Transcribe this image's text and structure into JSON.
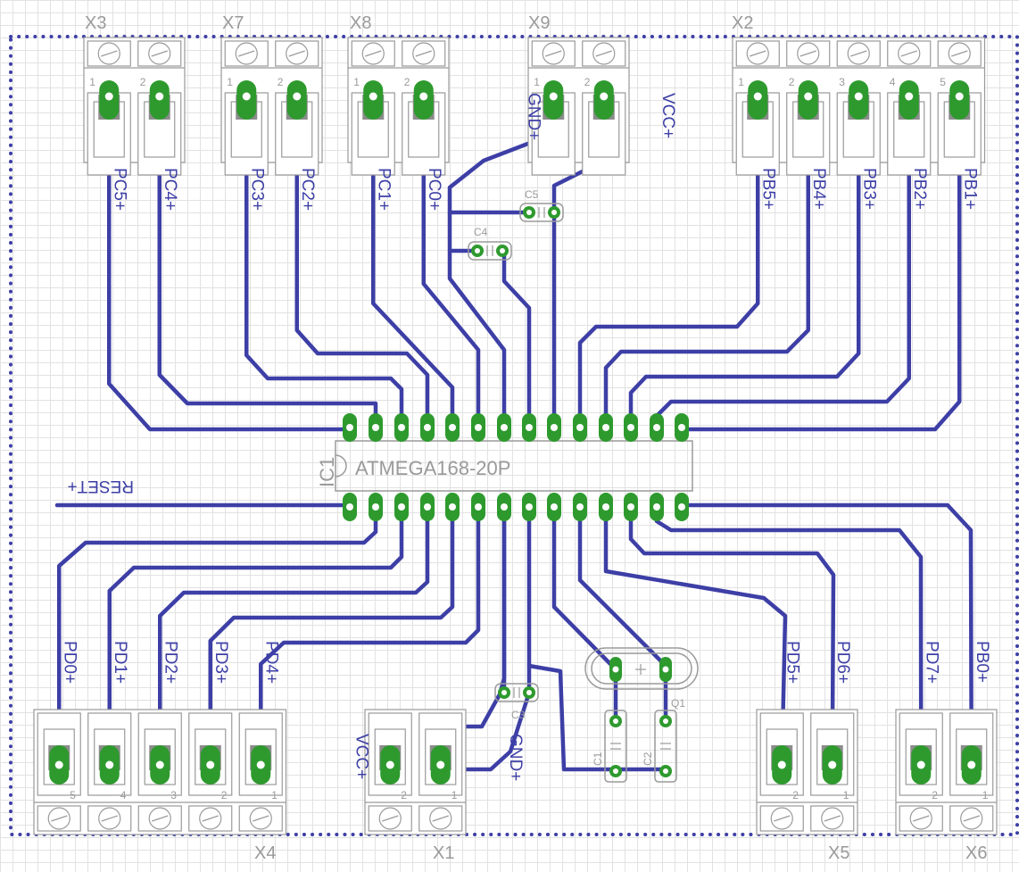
{
  "ic": {
    "ref": "IC1",
    "value": "ATMEGA168-20P"
  },
  "connectors": [
    {
      "ref": "X3",
      "pins": [
        "1",
        "2"
      ],
      "signals": [
        "PC5",
        "PC4"
      ]
    },
    {
      "ref": "X7",
      "pins": [
        "1",
        "2"
      ],
      "signals": [
        "PC3",
        "PC2"
      ]
    },
    {
      "ref": "X8",
      "pins": [
        "1",
        "2"
      ],
      "signals": [
        "PC1",
        "PC0"
      ]
    },
    {
      "ref": "X9",
      "pins": [
        "1",
        "2"
      ],
      "signals": [
        "GND",
        "VCC"
      ]
    },
    {
      "ref": "X2",
      "pins": [
        "1",
        "2",
        "3",
        "4",
        "5"
      ],
      "signals": [
        "PB5",
        "PB4",
        "PB3",
        "PB2",
        "PB1"
      ]
    },
    {
      "ref": "X4",
      "pins": [
        "5",
        "4",
        "3",
        "2",
        "1"
      ],
      "signals": [
        "PD0",
        "PD1",
        "PD2",
        "PD3",
        "PD4"
      ]
    },
    {
      "ref": "X1",
      "pins": [
        "2",
        "1"
      ],
      "signals": [
        "VCC",
        "GND"
      ]
    },
    {
      "ref": "X5",
      "pins": [
        "2",
        "1"
      ],
      "signals": [
        "PD5",
        "PD6"
      ]
    },
    {
      "ref": "X6",
      "pins": [
        "2",
        "1"
      ],
      "signals": [
        "PD7",
        "PB0"
      ]
    }
  ],
  "capacitors": [
    "C1",
    "C2",
    "C3",
    "C4",
    "C5"
  ],
  "crystal": {
    "ref": "Q1"
  },
  "reset_label": "RESET"
}
